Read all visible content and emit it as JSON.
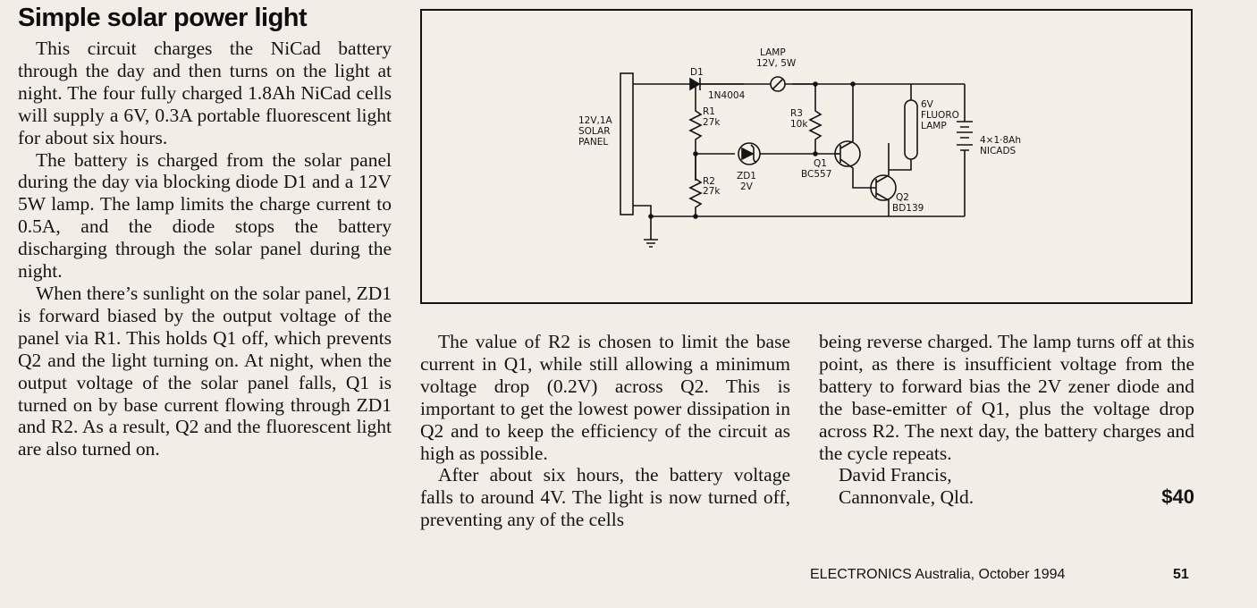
{
  "article": {
    "title": "Simple solar power light",
    "col1": [
      "This circuit charges the NiCad battery through the day and then turns on the light at night. The four fully charged 1.8Ah NiCad cells will supply a 6V, 0.3A portable fluorescent light for about six hours.",
      "The battery is charged from the solar panel during the day via blocking diode D1 and a 12V 5W lamp. The lamp limits the charge current to 0.5A, and the diode stops the battery discharging through the solar panel during the night.",
      "When there’s sunlight on the solar panel, ZD1 is forward biased by the output voltage of the panel via R1. This holds Q1 off, which prevents Q2 and the light turning on. At night, when the output voltage of the solar panel falls, Q1 is turned on by base current flowing through ZD1 and R2. As a result, Q2 and the fluorescent light are also turned on."
    ],
    "col2": [
      "The value of R2 is chosen to limit the base current in Q1, while still allowing a minimum voltage drop (0.2V) across Q2. This is important to get the lowest power dissipation in Q2 and to keep the efficiency of the circuit as high as possible.",
      "After about six hours, the battery voltage falls to around 4V. The light is now turned off, preventing any of the cells"
    ],
    "col3": [
      "being reverse charged. The lamp turns off at this point, as there is insufficient voltage from the battery to forward bias the 2V zener diode and the base-emitter of Q1, plus the voltage drop across R2. The next day, the battery charges and the cycle repeats."
    ],
    "author": "David Francis,",
    "location": "Cannonvale, Qld.",
    "price": "$40"
  },
  "figure": {
    "panel": [
      "12V,1A",
      "SOLAR",
      "PANEL"
    ],
    "d1": "D1",
    "d1_part": "1N4004",
    "lamp": [
      "LAMP",
      "12V, 5W"
    ],
    "r1": [
      "R1",
      "27k"
    ],
    "r2": [
      "R2",
      "27k"
    ],
    "r3": [
      "R3",
      "10k"
    ],
    "zd1": [
      "ZD1",
      "2V"
    ],
    "q1": [
      "Q1",
      "BC557"
    ],
    "q2": [
      "Q2",
      "BD139"
    ],
    "fluoro": [
      "6V",
      "FLUORO",
      "LAMP"
    ],
    "battery": [
      "4×1·8Ah",
      "NICADS"
    ]
  },
  "footer": {
    "publication": "ELECTRONICS Australia, October 1994",
    "page": "51"
  }
}
